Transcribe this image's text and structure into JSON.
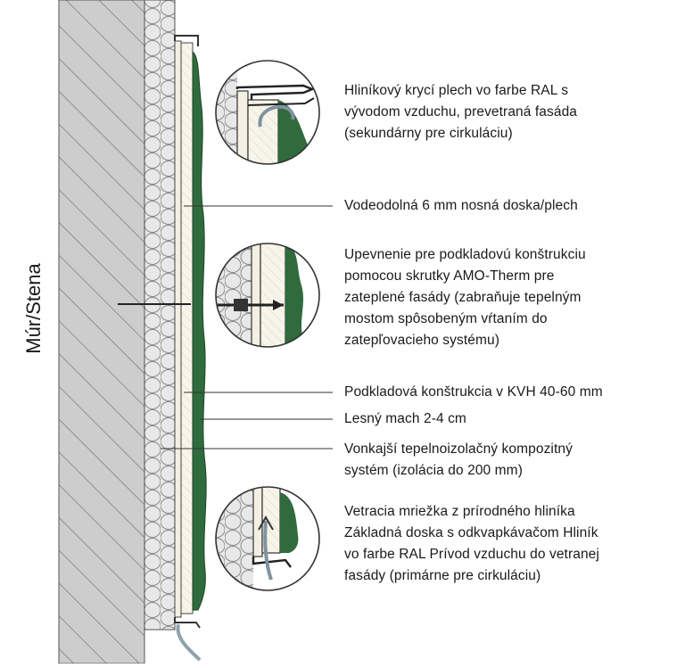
{
  "wall_label": "Múr/Stena",
  "callouts": [
    {
      "id": "cover",
      "lines": [
        "Hliníkový krycí plech vo farbe RAL s",
        "vývodom vzduchu, prevetraná fasáda",
        "(sekundárny pre cirkuláciu)"
      ]
    },
    {
      "id": "board",
      "lines": [
        "Vodeodolná 6 mm nosná doska/plech"
      ]
    },
    {
      "id": "fixing",
      "lines": [
        "Upevnenie pre podkladovú konštrukciu",
        "pomocou skrutky AMO-Therm pre",
        "zateplené fasády (zabraňuje tepelným",
        "mostom spôsobeným vŕtaním do",
        "zatepľovacieho systému)"
      ]
    },
    {
      "id": "substructure",
      "lines": [
        "Podkladová konštrukcia v KVH 40-60 mm"
      ]
    },
    {
      "id": "moss",
      "lines": [
        "Lesný mach 2-4 cm"
      ]
    },
    {
      "id": "insulation",
      "lines": [
        "Vonkajší tepelnoizolačný kompozitný",
        "systém (izolácia do 200 mm)"
      ]
    },
    {
      "id": "grille",
      "lines": [
        "Vetracia mriežka z prírodného hliníka",
        "Základná doska s odkvapkávačom Hliník",
        "vo farbe RAL Prívod vzduchu do vetranej",
        "fasády (primárne pre cirkuláciu)"
      ]
    }
  ],
  "colors": {
    "wall_fill": "#c9c9c9",
    "hatch": "#6f6f6f",
    "insulation_fill": "#e3e3e3",
    "moss": "#2e6b3a",
    "moss_dark": "#1f4d2a",
    "line": "#222222",
    "board_fill": "#f4f1e4",
    "pipe": "#9aa9b4"
  },
  "icons": [
    "hatched-wall",
    "insulation-circles",
    "detail-magnifier-circle",
    "screw-icon",
    "arrow-air-icon"
  ]
}
